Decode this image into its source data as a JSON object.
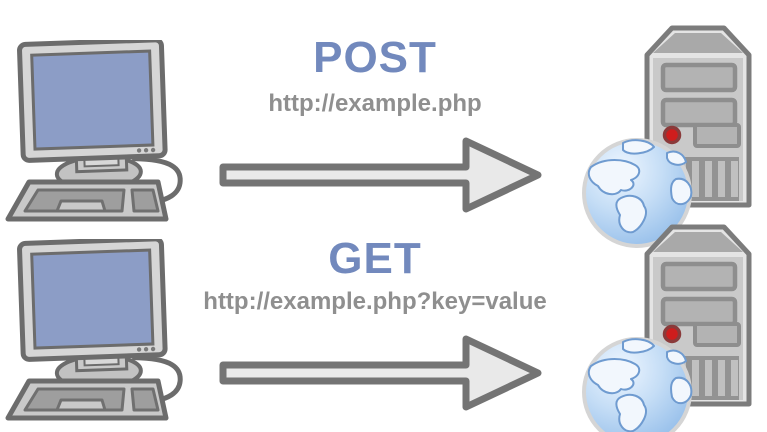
{
  "diagram": {
    "description_rows": [
      {
        "method": "POST",
        "url": "http://example.php",
        "client_icon": "desktop-computer-icon",
        "arrow_icon": "right-arrow-icon",
        "server_icon": "server-tower-icon",
        "globe_icon": "globe-icon"
      },
      {
        "method": "GET",
        "url": "http://example.php?key=value",
        "client_icon": "desktop-computer-icon",
        "arrow_icon": "right-arrow-icon",
        "server_icon": "server-tower-icon",
        "globe_icon": "globe-icon"
      }
    ],
    "colors": {
      "background": "#ffffff",
      "method_text": "#7289bd",
      "url_text": "#8f8f8f",
      "arrow_fill": "#e9e9e9",
      "arrow_stroke": "#747474",
      "monitor_frame": "#d6d6d6",
      "screen_blue": "#8c9dc6",
      "keyboard_outer": "#c9c9c9",
      "keyboard_keys": "#9e9e9e",
      "outline_gray": "#6c6c6c",
      "server_body": "#e4e4e4",
      "server_panel": "#c9c9c9",
      "server_bay": "#b3b3b3",
      "led_red": "#cf1d1d",
      "globe_ocean": "#a9cdf0",
      "globe_land": "#f2f7fd",
      "globe_land_stroke": "#6f9bd0"
    }
  }
}
